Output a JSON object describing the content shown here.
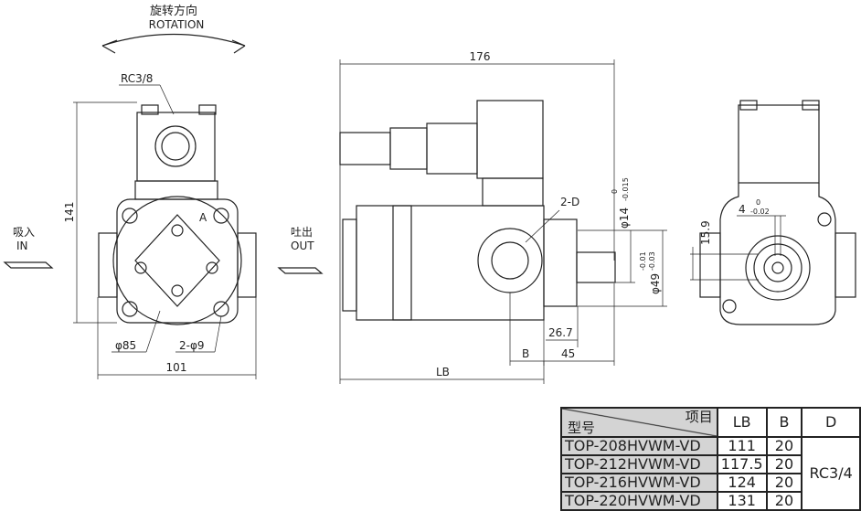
{
  "front_view": {
    "rotation_cn": "旋转方向",
    "rotation_en": "ROTATION",
    "port_label": "RC3/8",
    "height_dim": "141",
    "inlet_cn": "吸入",
    "inlet_en": "IN",
    "diameter_85": "φ85",
    "holes": "2-φ9",
    "width_dim": "101",
    "mark_a": "A"
  },
  "side_view": {
    "length_dim": "176",
    "outlet_cn": "吐出",
    "outlet_en": "OUT",
    "port_d": "2-D",
    "shaft_dia": "φ14",
    "shaft_tol_upper": "0",
    "shaft_tol_lower": "-0.015",
    "pilot_dia": "φ49",
    "pilot_tol_upper": "-0.01",
    "pilot_tol_lower": "-0.03",
    "dim_26_7": "26.7",
    "dim_b": "B",
    "dim_45": "45",
    "dim_lb": "LB"
  },
  "end_view": {
    "key_width": "4",
    "key_tol_upper": "0",
    "key_tol_lower": "-0.02",
    "key_height": "15.9"
  },
  "spec_table": {
    "header_item": "项目",
    "header_model": "型号",
    "columns": [
      "LB",
      "B",
      "D"
    ],
    "rows": [
      {
        "model": "TOP-208HVWM-VD",
        "lb": "111",
        "b": "20"
      },
      {
        "model": "TOP-212HVWM-VD",
        "lb": "117.5",
        "b": "20"
      },
      {
        "model": "TOP-216HVWM-VD",
        "lb": "124",
        "b": "20"
      },
      {
        "model": "TOP-220HVWM-VD",
        "lb": "131",
        "b": "20"
      }
    ],
    "d_value": "RC3/4"
  }
}
